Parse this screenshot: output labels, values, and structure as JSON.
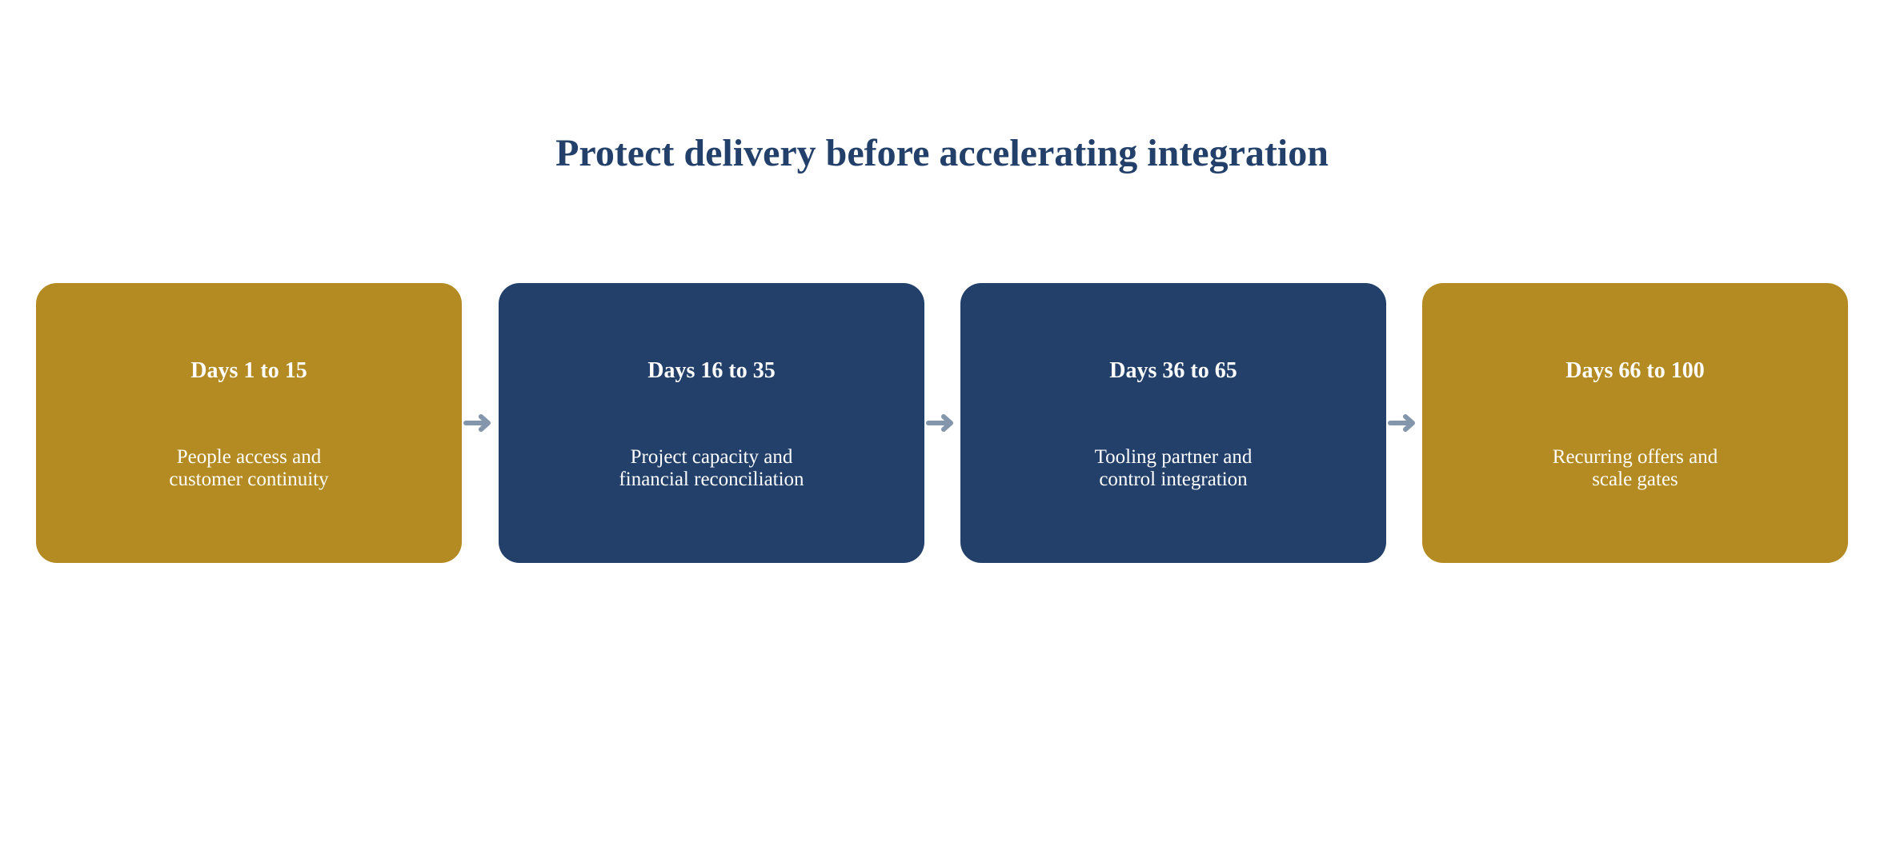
{
  "diagram": {
    "title": "Protect delivery before accelerating integration",
    "colors": {
      "title": "#22406a",
      "gold": "#b38b22",
      "navy": "#22406a",
      "arrow": "#8496ac",
      "text": "#ffffff"
    },
    "steps": [
      {
        "heading": "Days 1 to 15",
        "line1": "People access and",
        "line2": "customer continuity",
        "color": "#b38b22"
      },
      {
        "heading": "Days 16 to 35",
        "line1": "Project capacity and",
        "line2": "financial reconciliation",
        "color": "#22406a"
      },
      {
        "heading": "Days 36 to 65",
        "line1": "Tooling partner and",
        "line2": "control integration",
        "color": "#22406a"
      },
      {
        "heading": "Days 66 to 100",
        "line1": "Recurring offers and",
        "line2": "scale gates",
        "color": "#b38b22"
      }
    ]
  }
}
